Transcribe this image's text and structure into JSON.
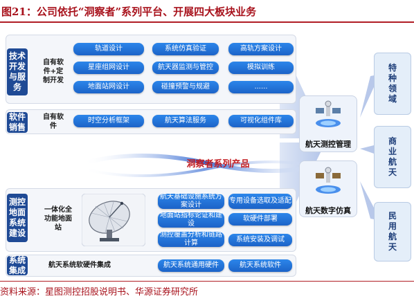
{
  "figure": {
    "title": "图21：公司依托“洞察者”系列平台、开展四大板块业务",
    "source": "资料来源：星图测控招股说明书、华源证券研究所"
  },
  "center_label": "洞察者系列产品",
  "sections": {
    "tech_dev": {
      "label": "技术开发与服务",
      "sublabel": "自有软件+定制开发",
      "items": [
        "轨道设计",
        "系统仿真验证",
        "高轨方案设计",
        "星座组网设计",
        "航天器监测与管控",
        "模拟训练",
        "地面站网设计",
        "碰撞预警与规避",
        "......"
      ]
    },
    "software_sales": {
      "label": "软件销售",
      "sublabel": "自有软件",
      "items": [
        "时空分析框架",
        "航天算法服务",
        "可视化组件库"
      ]
    },
    "ground_station": {
      "label": "测控地面系统建设",
      "sublabel": "一体化全功能地面站",
      "items": [
        "航天基础设施系统方案设计",
        "专用设备选取及适配",
        "地面站指标论证和建设",
        "软硬件部署",
        "测控覆盖分析和链路计算",
        "系统安装及调试"
      ]
    },
    "integration": {
      "label": "系统集成",
      "sublabel": "航天系统软硬件集成",
      "items": [
        "航天系统通用硬件",
        "航天系统软件"
      ]
    }
  },
  "products": [
    {
      "label": "航天测控管理"
    },
    {
      "label": "航天数字仿真"
    }
  ],
  "markets": [
    "特种领域",
    "商业航天",
    "民用航天"
  ],
  "icons": {
    "antenna": "satellite-dish-icon",
    "product": "satellite-hologram-icon"
  },
  "colors": {
    "accent_red": "#a8121c",
    "label_blue": "#1f4a95",
    "pill_blue": "#1c63c8",
    "arrow_blue": "#aebfe6"
  }
}
